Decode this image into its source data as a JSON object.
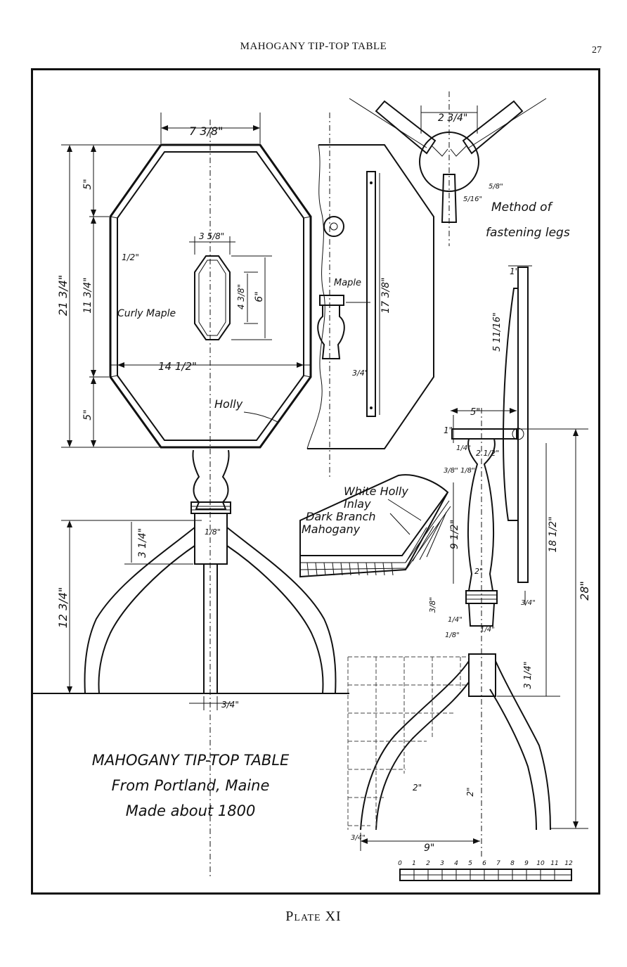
{
  "running_head": "MAHOGANY TIP-TOP TABLE",
  "page_number": "27",
  "plate_caption": "Plate XI",
  "title_block": {
    "line1": "MAHOGANY TIP-TOP TABLE",
    "line2": "From Portland, Maine",
    "line3": "Made about 1800"
  },
  "labels": {
    "curly_maple": "Curly Maple",
    "holly": "Holly",
    "maple": "Maple",
    "method_line1": "Method of",
    "method_line2": "fastening legs",
    "inlay_line1": "White Holly",
    "inlay_line2": "Inlay",
    "inlay_line3": "Dark Branch",
    "inlay_line4": "Mahogany"
  },
  "dimensions": {
    "top_width": "7 3/8\"",
    "top_length": "21 3/4\"",
    "center_length": "11 3/4\"",
    "end_5_top": "5\"",
    "end_5_bottom": "5\"",
    "border_half": "1/2\"",
    "panel_width": "3 5/8\"",
    "panel_inner": "4 3/8\"",
    "panel_length": "6\"",
    "full_width": "14 1/2\"",
    "base_height": "12 3/4\"",
    "collar": "3 1/4\"",
    "post_small": "1/8\"",
    "leg_thickness": "3/4\"",
    "bracket_top": "2 3/4\"",
    "dovetail_a": "5/8\"",
    "dovetail_b": "5/16\"",
    "rail_length": "17 3/8\"",
    "rail_w": "3/4\"",
    "tilt_1": "1\"",
    "tilt_5_11_16": "5 11/16\"",
    "block_5": "5\"",
    "block_1": "1\"",
    "block_quarter": "1/4\"",
    "block_2_half": "2 1/2\"",
    "ring_3_8": "3/8\"",
    "ring_1_8": "1/8\"",
    "shaft_9_half": "9 1/2\"",
    "shaft_2": "2\"",
    "rail_18_half": "18 1/2\"",
    "height_28": "28\"",
    "low_3_8": "3/8\"",
    "low_1_4": "1/4\"",
    "low_1_8": "1/8\"",
    "low_1_4_b": "1/4\"",
    "foot_3_quarter": "3 1/4\"",
    "grid_2_h": "2\"",
    "grid_2_v": "2\"",
    "foot_w": "3/4\"",
    "spread_9": "9\"",
    "rail_bottom": "3/4\""
  },
  "scale": {
    "ticks": [
      "0",
      "1",
      "2",
      "3",
      "4",
      "5",
      "6",
      "7",
      "8",
      "9",
      "10",
      "11",
      "12"
    ]
  }
}
